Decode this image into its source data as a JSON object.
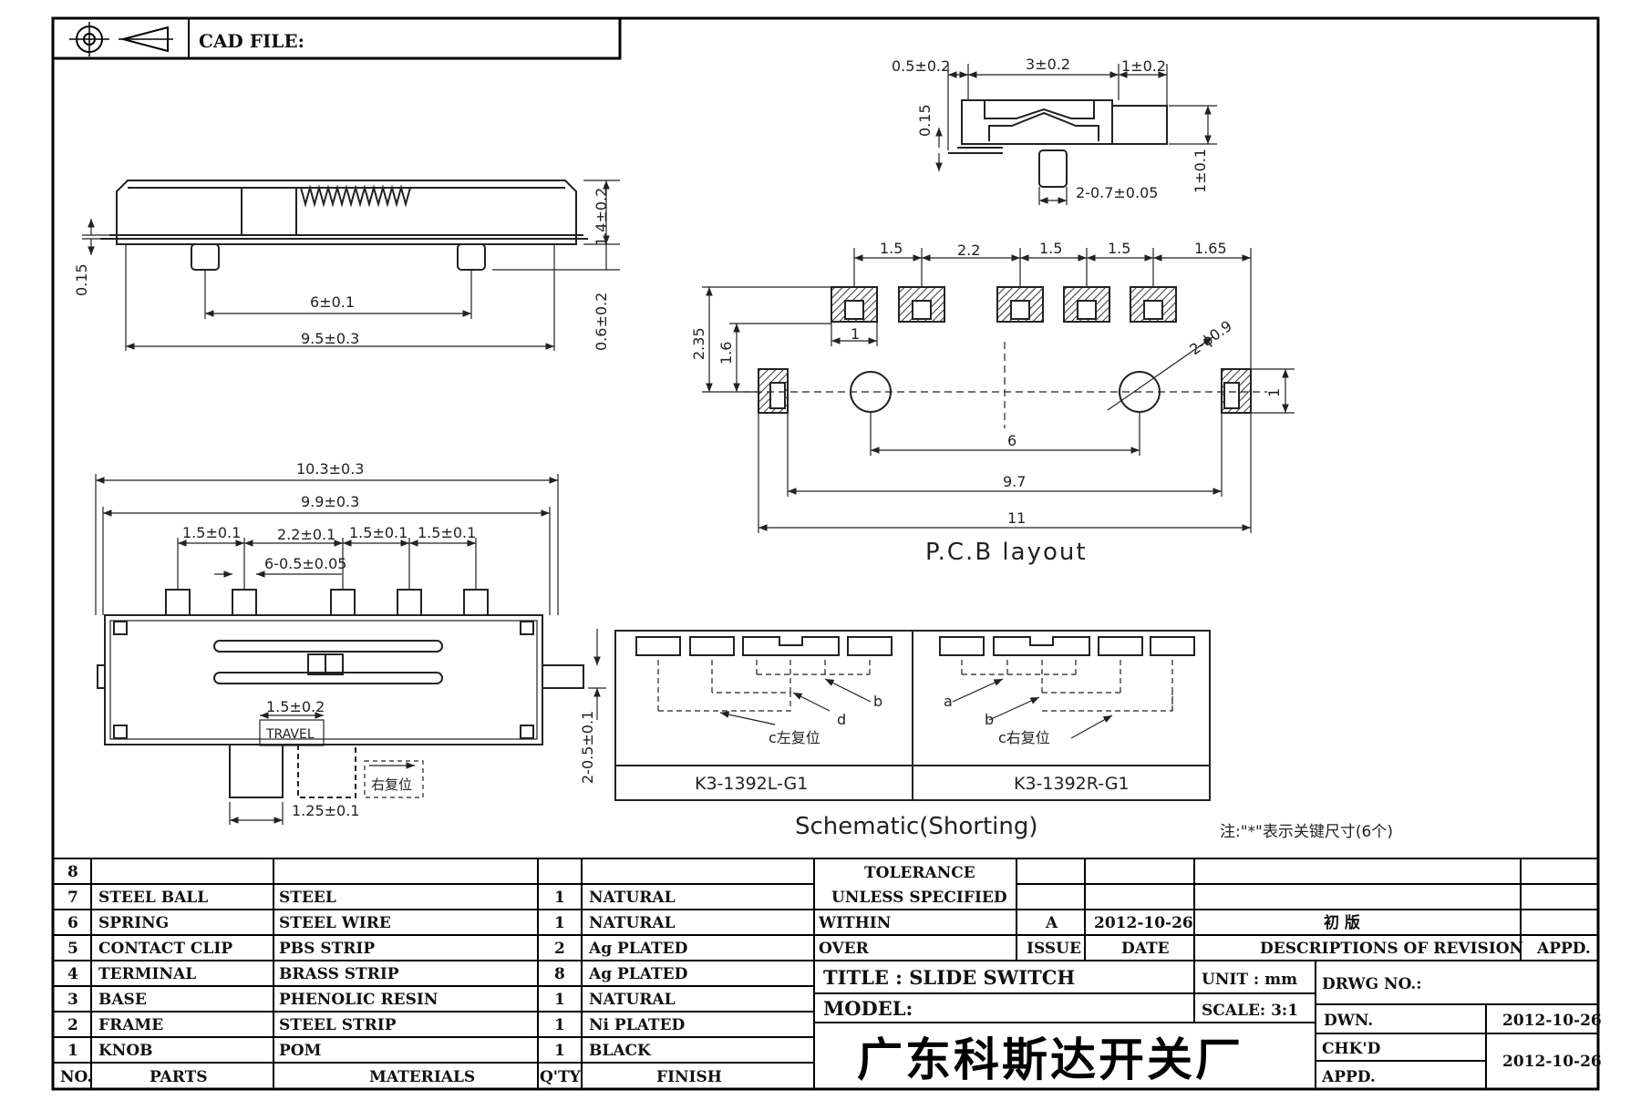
{
  "header": {
    "cad_file_label": "CAD FILE:"
  },
  "side_view": {
    "dim_height": "1.4±0.2",
    "dim_lead": "0.6±0.2",
    "dim_thick": "0.15",
    "dim_pin_pitch": "6±0.1",
    "dim_width": "9.5±0.3"
  },
  "end_view": {
    "dim_left": "0.5±0.2",
    "dim_mid": "3±0.2",
    "dim_right": "1±0.2",
    "dim_thick": "0.15",
    "dim_height": "1±0.1",
    "dim_pins": "2-0.7±0.05"
  },
  "top_view": {
    "dim_overall": "10.3±0.3",
    "dim_body": "9.9±0.3",
    "dim_pitch_a": "1.5±0.1",
    "dim_pitch_b": "2.2±0.1",
    "dim_pitch_c": "1.5±0.1",
    "dim_pitch_d": "1.5±0.1",
    "dim_pin_width": "6-0.5±0.05",
    "dim_travel": "1.5±0.2",
    "travel_label": "TRAVEL",
    "dim_knob": "1.25±0.1",
    "dim_knob_len": "2-0.5±0.1",
    "reset_note": "右复位"
  },
  "pcb_layout": {
    "title": "P.C.B  layout",
    "dim_p1": "1.5",
    "dim_p2": "2.2",
    "dim_p3": "1.5",
    "dim_p4": "1.5",
    "dim_p5": "1.65",
    "dim_pad_w": "1",
    "dim_h1": "2.35",
    "dim_h2": "1.6",
    "dim_hole": "2-ϕ0.9",
    "dim_side_pad": "1",
    "dim_holes": "6",
    "dim_inner": "9.7",
    "dim_outer": "11"
  },
  "schematic": {
    "title": "Schematic(Shorting)",
    "left_model": "K3-1392L-G1",
    "right_model": "K3-1392R-G1",
    "left_c": "c左复位",
    "right_c": "c右复位",
    "label_a": "a",
    "label_b": "b",
    "label_d": "d"
  },
  "note": "注:\"*\"表示关键尺寸(6个)",
  "bom": {
    "headers": {
      "no": "NO.",
      "parts": "PARTS",
      "materials": "MATERIALS",
      "qty": "Q'TY",
      "finish": "FINISH"
    },
    "rows": [
      {
        "no": "8",
        "part": "",
        "material": "",
        "qty": "",
        "finish": ""
      },
      {
        "no": "7",
        "part": "STEEL BALL",
        "material": "STEEL",
        "qty": "1",
        "finish": "NATURAL"
      },
      {
        "no": "6",
        "part": "SPRING",
        "material": "STEEL WIRE",
        "qty": "1",
        "finish": "NATURAL"
      },
      {
        "no": "5",
        "part": "CONTACT CLIP",
        "material": "PBS STRIP",
        "qty": "2",
        "finish": "Ag PLATED"
      },
      {
        "no": "4",
        "part": "TERMINAL",
        "material": "BRASS STRIP",
        "qty": "8",
        "finish": "Ag PLATED"
      },
      {
        "no": "3",
        "part": "BASE",
        "material": "PHENOLIC RESIN",
        "qty": "1",
        "finish": "NATURAL"
      },
      {
        "no": "2",
        "part": "FRAME",
        "material": "STEEL STRIP",
        "qty": "1",
        "finish": "Ni PLATED"
      },
      {
        "no": "1",
        "part": "KNOB",
        "material": "POM",
        "qty": "1",
        "finish": "BLACK"
      }
    ]
  },
  "title_block": {
    "tolerance": "TOLERANCE",
    "unless": "UNLESS  SPECIFIED",
    "within": "WITHIN",
    "over": "OVER",
    "issue_value": "A",
    "date_value": "2012-10-26",
    "revision_desc": "初  版",
    "issue_label": "ISSUE",
    "date_label": "DATE",
    "desc_label": "DESCRIPTIONS OF REVISION",
    "appd_label": "APPD.",
    "title": "TITLE : SLIDE SWITCH",
    "unit": "UNIT :  mm",
    "drwg_no": "DRWG NO.:",
    "model": "MODEL:",
    "scale": "SCALE:  3:1",
    "dwn": "DWN.",
    "dwn_date": "2012-10-26",
    "company": "广东科斯达开关厂",
    "chkd": "CHK'D",
    "chk_date": "2012-10-26",
    "appd": "APPD."
  }
}
